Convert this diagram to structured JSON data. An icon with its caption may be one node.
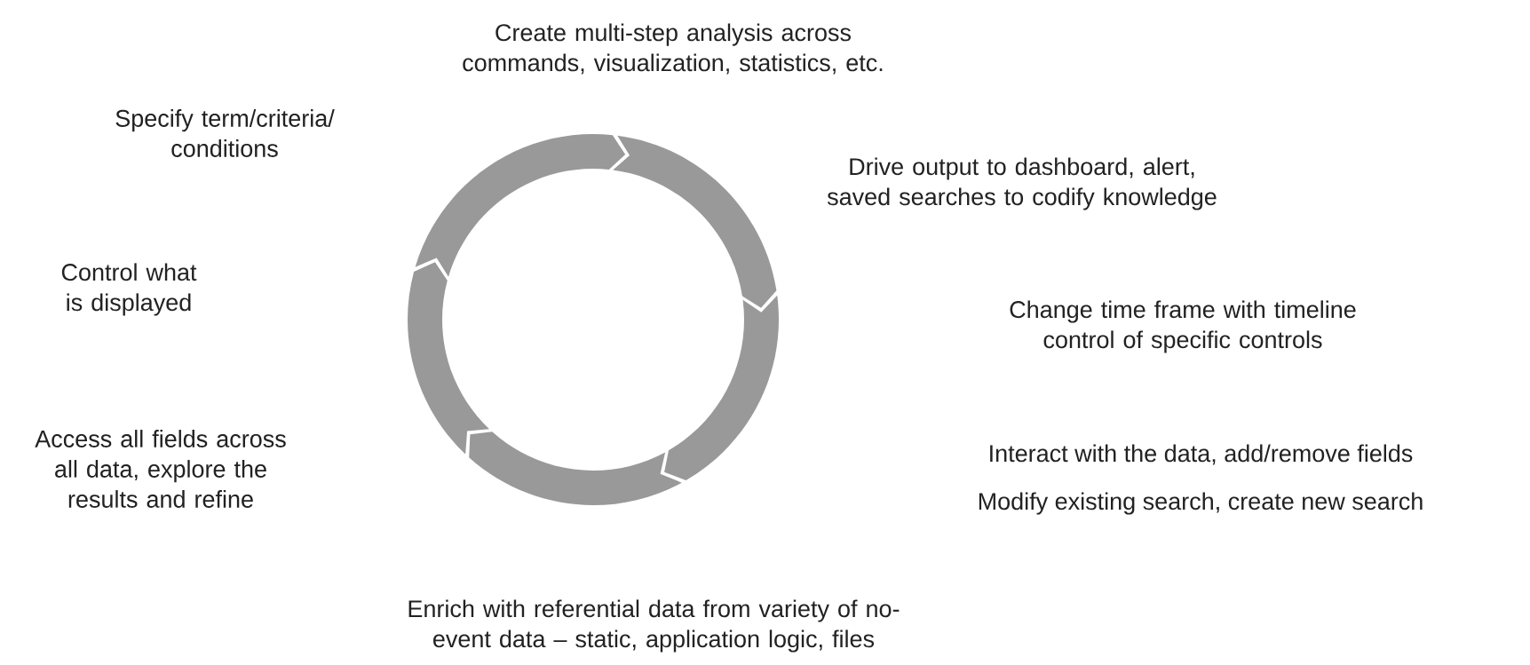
{
  "diagram": {
    "labels": [
      "Create multi-step analysis across commands, visualization, statistics, etc.",
      "Specify term/criteria/ conditions",
      "Drive output to dashboard, alert, saved searches to codify knowledge",
      "Control what is displayed",
      "Change time frame with timeline control of specific controls",
      "Access all fields across all data, explore the results and refine",
      "Interact with the data, add/remove fields",
      "Modify existing search, create new search",
      "Enrich with referential data from variety of no-event data – static, application logic, files"
    ]
  }
}
